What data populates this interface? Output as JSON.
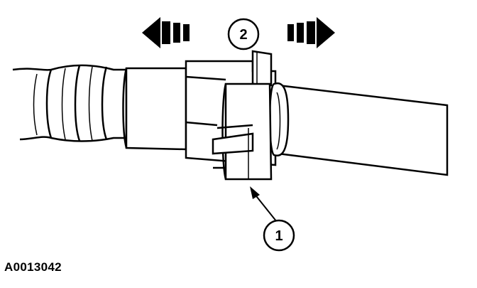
{
  "diagram": {
    "callouts": [
      {
        "id": "1",
        "label": "1"
      },
      {
        "id": "2",
        "label": "2"
      }
    ],
    "figure_id": "A0013042",
    "colors": {
      "line": "#000000",
      "fill": "#ffffff",
      "shade": "#222222"
    },
    "icons": [
      "arrow-left-icon",
      "arrow-right-icon"
    ]
  }
}
